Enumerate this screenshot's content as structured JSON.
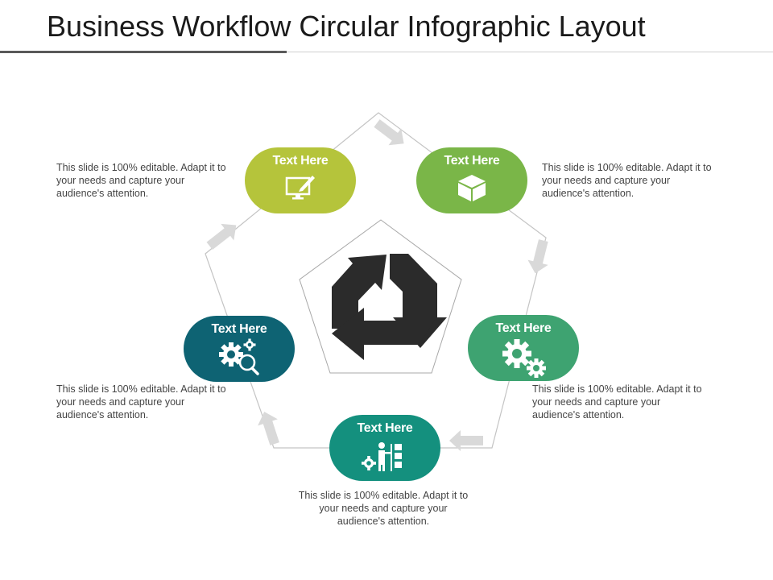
{
  "title": "Business Workflow Circular Infographic Layout",
  "colors": {
    "lime": "#b5c43b",
    "light_green": "#7ab648",
    "green": "#3ea371",
    "teal_green": "#14907e",
    "dark_teal": "#0e6373",
    "arrow_gray": "#d9d9d9",
    "center_icon": "#2b2b2b"
  },
  "steps": [
    {
      "label": "Text Here",
      "icon": "monitor-pen-icon",
      "description": "This slide is 100% editable. Adapt it to your needs and capture your audience's attention."
    },
    {
      "label": "Text Here",
      "icon": "cube-icon",
      "description": "This slide is 100% editable. Adapt it to your needs and capture your audience's attention."
    },
    {
      "label": "Text Here",
      "icon": "gears-icon",
      "description": "This slide is 100% editable. Adapt it to your needs and capture your audience's attention."
    },
    {
      "label": "Text Here",
      "icon": "workflow-person-icon",
      "description": "This slide is 100% editable. Adapt it to your needs and capture your audience's attention."
    },
    {
      "label": "Text Here",
      "icon": "gear-magnifier-icon",
      "description": "This slide is 100% editable. Adapt it to your needs and capture your audience's attention."
    }
  ],
  "center_icon": "recycle-arrows-icon"
}
